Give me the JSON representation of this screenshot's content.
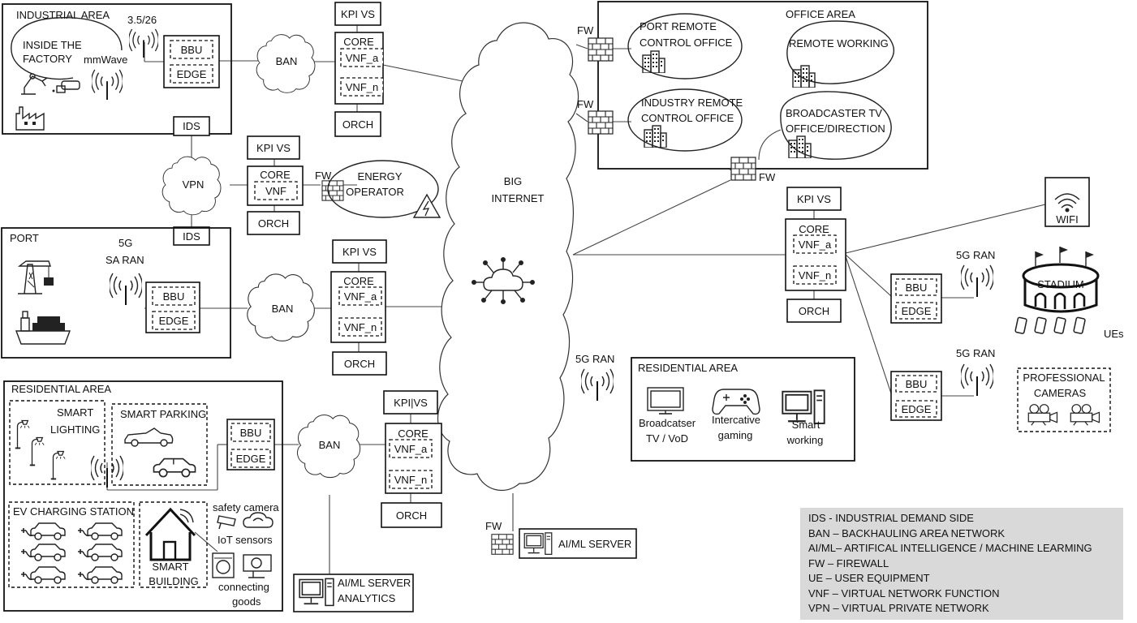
{
  "areas": {
    "industrial": "INDUSTRIAL AREA",
    "inside_factory": [
      "INSIDE THE",
      "FACTORY"
    ],
    "mmwave": "mmWave",
    "band": "3.5/26",
    "office": "OFFICE AREA",
    "port_remote": [
      "PORT REMOTE",
      "CONTROL OFFICE"
    ],
    "remote_working": "REMOTE WORKING",
    "industry_remote": [
      "INDUSTRY REMOTE",
      "CONTROL OFFICE"
    ],
    "broadcaster_office": [
      "BROADCASTER TV",
      "OFFICE/DIRECTION"
    ],
    "energy": [
      "ENERGY",
      "OPERATOR"
    ],
    "port": "PORT",
    "sa_ran": [
      "5G",
      "SA RAN"
    ],
    "res_left": "RESIDENTIAL AREA",
    "smart_lighting": [
      "SMART",
      "LIGHTING"
    ],
    "smart_parking": "SMART PARKING",
    "ev_charging": "EV CHARGING STATION",
    "smart_building": [
      "SMART",
      "BUILDING"
    ],
    "safety_camera": "safety camera",
    "iot_sensors": "IoT sensors",
    "connecting_goods": [
      "connecting",
      "goods"
    ],
    "res_right": "RESIDENTIAL AREA",
    "broadcaster_tv": [
      "Broadcatser",
      "TV / VoD"
    ],
    "gaming": [
      "Intercative",
      "gaming"
    ],
    "smart_working": [
      "Smart",
      "working"
    ],
    "wifi": "WIFI",
    "stadium": "STADIUM",
    "ues": "UEs",
    "pro_cameras": [
      "PROFESSIONAL",
      "CAMERAS"
    ]
  },
  "nodes": {
    "kpi_vs": "KPI VS",
    "kpi_vs_alt": "KPI|VS",
    "core": "CORE",
    "vnf": "VNF",
    "vnf_a": "VNF_a",
    "vnf_n": "VNF_n",
    "orch": "ORCH",
    "bbu": "BBU",
    "edge": "EDGE",
    "ban": "BAN",
    "vpn": "VPN",
    "ids": "IDS",
    "fw": "FW",
    "ran_5g": "5G RAN",
    "internet": [
      "BIG",
      "INTERNET"
    ],
    "aiml_server": "AI/ML SERVER",
    "aiml_analytics": [
      "AI/ML SERVER",
      "ANALYTICS"
    ]
  },
  "legend": [
    "IDS - INDUSTRIAL DEMAND SIDE",
    "BAN – BACKHAULING AREA NETWORK",
    "AI/ML– ARTIFICAL INTELLIGENCE / MACHINE LEARMING",
    "FW – FIREWALL",
    "UE – USER EQUIPMENT",
    "VNF – VIRTUAL NETWORK FUNCTION",
    "VPN – VIRTUAL PRIVATE NETWORK"
  ]
}
